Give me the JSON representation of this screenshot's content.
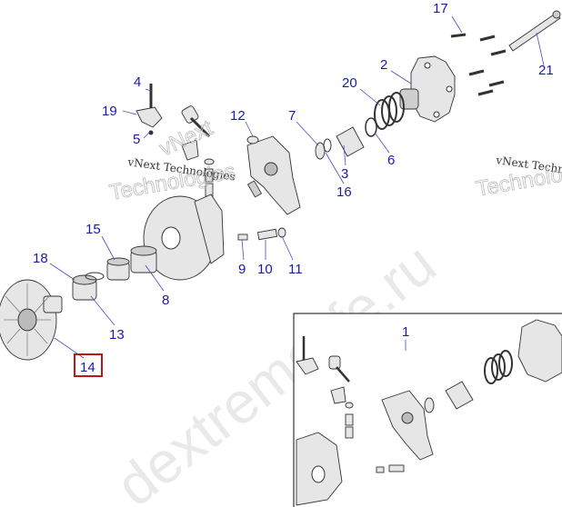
{
  "diagram": {
    "callouts": [
      "17",
      "2",
      "21",
      "4",
      "20",
      "19",
      "12",
      "7",
      "5",
      "3",
      "6",
      "16",
      "15",
      "18",
      "9",
      "10",
      "11",
      "8",
      "13",
      "14"
    ],
    "highlighted_callout": "14",
    "inset_label": "1",
    "highlight_color": "#c0141c",
    "label_color": "#1a1aa8"
  },
  "watermarks": {
    "company": "vNext Technologies",
    "company_outline": "vNext",
    "technologies_outline": "Technologies",
    "site": "dextremelife.ru"
  }
}
